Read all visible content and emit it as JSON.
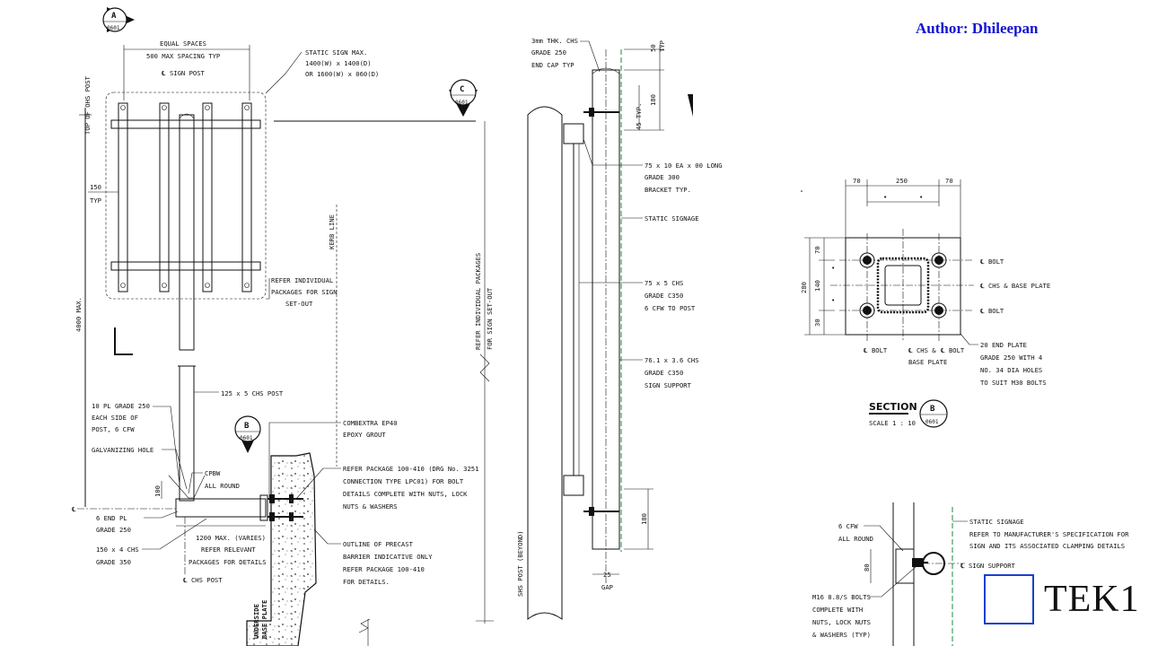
{
  "author": "Author: Dhileepan",
  "logo": "TEK1",
  "markers": {
    "a_letter": "A",
    "a_ref": "0601",
    "b_letter": "B",
    "b_ref": "0601",
    "c_letter": "C",
    "c_ref": "0601",
    "sec_letter": "B",
    "sec_ref": "0601"
  },
  "elevation": {
    "top_post": "TOP OF OHS POST",
    "equal_1": "EQUAL SPACES",
    "equal_2": "500 MAX SPACING TYP",
    "sign_post": "℄ SIGN POST",
    "static_1": "STATIC SIGN MAX.",
    "static_2": "1400(W) x 1400(D)",
    "static_3": "OR 1600(W) x 060(D)",
    "dim150": "150",
    "typ": "TYP",
    "max4000": "4000 MAX.",
    "kerb": "KERB LINE",
    "refer_1": "REFER INDIVIDUAL",
    "refer_2": "PACKAGES FOR SIGN",
    "refer_3": "SET-OUT",
    "refer_ind_1": "REFER INDIVIDUAL PACKAGES",
    "refer_ind_2": "FOR SIGN SET-OUT",
    "chs_post": "125 x 5 CHS POST",
    "pl_1": "10 PL GRADE 250",
    "pl_2": "EACH SIDE OF",
    "pl_3": "POST, 6 CFW",
    "galv": "GALVANIZING HOLE",
    "cpbw_1": "CPBW",
    "cpbw_2": "ALL ROUND",
    "d100": "100",
    "endpl_1": "6 END PL",
    "endpl_2": "GRADE 250",
    "chs150_1": "150 x 4 CHS",
    "chs150_2": "GRADE 350",
    "max1200": "1200 MAX. (VARIES)",
    "relevant_1": "REFER RELEVANT",
    "relevant_2": "PACKAGES FOR DETAILS",
    "chs_post_cl": "℄ CHS POST",
    "underside_1": "UNDERSIDE",
    "underside_2": "BASE PLATE",
    "combex_1": "COMBEXTRA EP40",
    "combex_2": "EPOXY GROUT",
    "pkg_1": "REFER PACKAGE 100-410 (DRG No. 3251",
    "pkg_2": "CONNECTION TYPE LPC01) FOR BOLT",
    "pkg_3": "DETAILS COMPLETE WITH NUTS, LOCK",
    "pkg_4": "NUTS & WASHERS",
    "outline_1": "OUTLINE OF PRECAST",
    "outline_2": "BARRIER INDICATIVE ONLY",
    "outline_3": "REFER PACKAGE 100-410",
    "outline_4": "FOR DETAILS."
  },
  "side": {
    "cap_1": "3mm THK. CHS",
    "cap_2": "GRADE 250",
    "cap_3": "END CAP TYP",
    "d50": "50",
    "typ": "TYP",
    "d180": "180",
    "d45": "45 TYP.",
    "ea_1": "75 x 10 EA x 00 LONG",
    "ea_2": "GRADE 300",
    "ea_3": "BRACKET TYP.",
    "static": "STATIC SIGNAGE",
    "chs75_1": "75 x 5 CHS",
    "chs75_2": "GRADE C350",
    "chs75_3": "6 CFW TO POST",
    "chs76_1": "76.1 x 3.6 CHS",
    "chs76_2": "GRADE C350",
    "chs76_3": "SIGN SUPPORT",
    "shs": "SHS POST (BEYOND)",
    "d180b": "180",
    "d25": "25",
    "gap": "GAP"
  },
  "section": {
    "d70a": "70",
    "d250": "250",
    "d70b": "70",
    "d280": "280",
    "d70c": "70",
    "d140": "140",
    "d30": "30",
    "bolt1": "℄ BOLT",
    "chsbase": "℄ CHS & BASE PLATE",
    "bolt2": "℄ BOLT",
    "bb1": "℄ BOLT",
    "bb2_1": "℄ CHS &",
    "bb2_2": "BASE PLATE",
    "bb3": "℄ BOLT",
    "end_1": "20 END PLATE",
    "end_2": "GRADE 250 WITH 4",
    "end_3": "NO. 34 DIA HOLES",
    "end_4": "TO SUIT M30 BOLTS",
    "title": "SECTION",
    "scale": "SCALE  1 : 10"
  },
  "detail": {
    "cfw_1": "6 CFW",
    "cfw_2": "ALL ROUND",
    "d80": "80",
    "static_1": "STATIC SIGNAGE",
    "static_2": "REFER TO MANUFACTURER'S SPECIFICATION FOR",
    "static_3": "SIGN AND ITS ASSOCIATED CLAMPING DETAILS",
    "support": "℄ SIGN SUPPORT",
    "m16_1": "M16 8.8/S BOLTS",
    "m16_2": "COMPLETE WITH",
    "m16_3": "NUTS, LOCK NUTS",
    "m16_4": "& WASHERS (TYP)"
  }
}
